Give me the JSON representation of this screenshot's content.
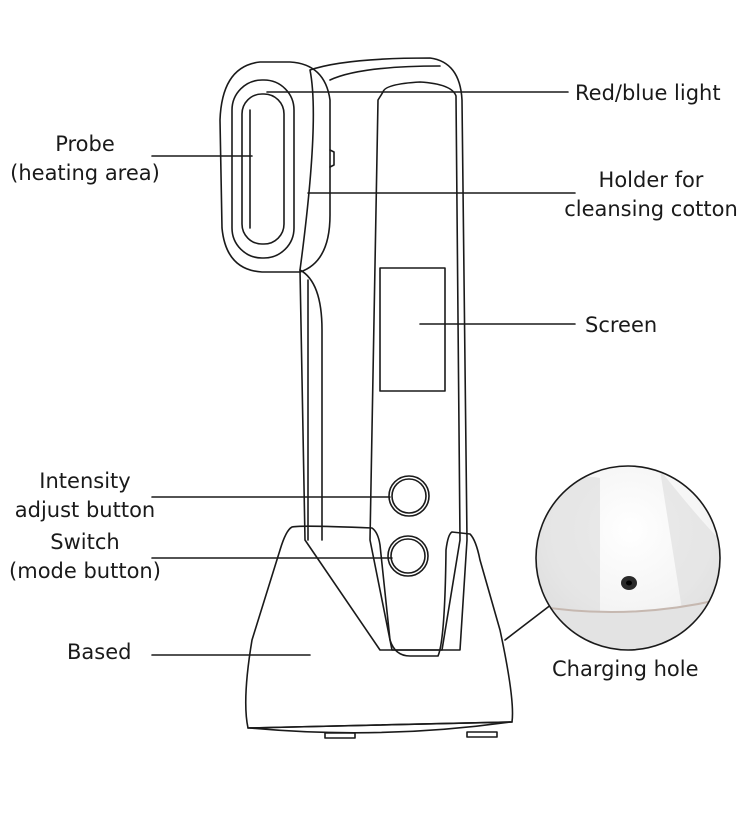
{
  "labels": {
    "probe_line1": "Probe",
    "probe_line2": "(heating area)",
    "red_blue_light": "Red/blue light",
    "holder_line1": "Holder for",
    "holder_line2": "cleansing cotton",
    "screen": "Screen",
    "intensity_line1": "Intensity",
    "intensity_line2": "adjust button",
    "switch_line1": "Switch",
    "switch_line2": "(mode button)",
    "based": "Based",
    "charging_hole": "Charging hole"
  },
  "colors": {
    "outline": "#1a1a1a",
    "text": "#1a1a1a",
    "photo_base": "#e9e9e9",
    "photo_highlight": "#ffffff",
    "photo_rim": "#c6b8b0"
  }
}
